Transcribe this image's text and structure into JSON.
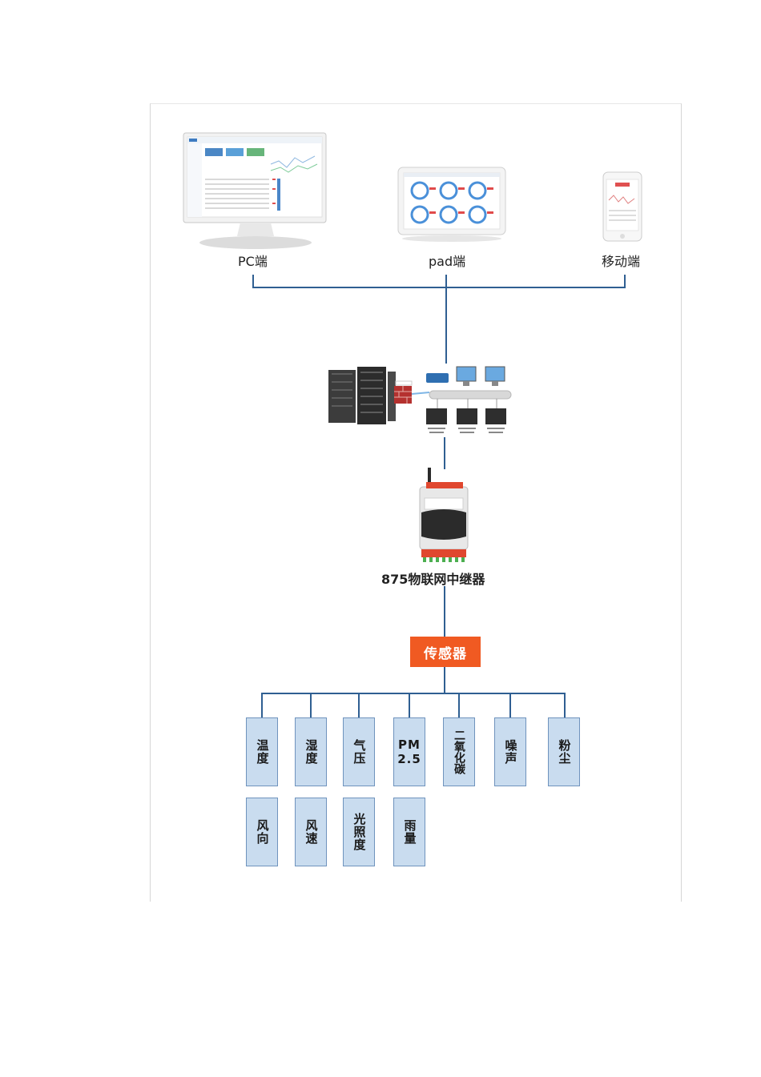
{
  "clients": {
    "pc_label": "PC端",
    "pad_label": "pad端",
    "mobile_label": "移动端"
  },
  "relay": {
    "label": "875物联网中继器"
  },
  "hub": {
    "label": "传感器"
  },
  "sensors_row1": [
    {
      "label": "温度"
    },
    {
      "label": "湿度"
    },
    {
      "label": "气压"
    },
    {
      "label": "PM 2.5"
    },
    {
      "label": "二氧化碳"
    },
    {
      "label": "噪声"
    },
    {
      "label": "粉尘"
    }
  ],
  "sensors_row2": [
    {
      "label": "风向"
    },
    {
      "label": "风速"
    },
    {
      "label": "光照度"
    },
    {
      "label": "雨量"
    }
  ],
  "colors": {
    "connector": "#2f5f92",
    "hub": "#f05a22",
    "sensor_fill": "#c9dcef",
    "sensor_border": "#6f93bd"
  }
}
